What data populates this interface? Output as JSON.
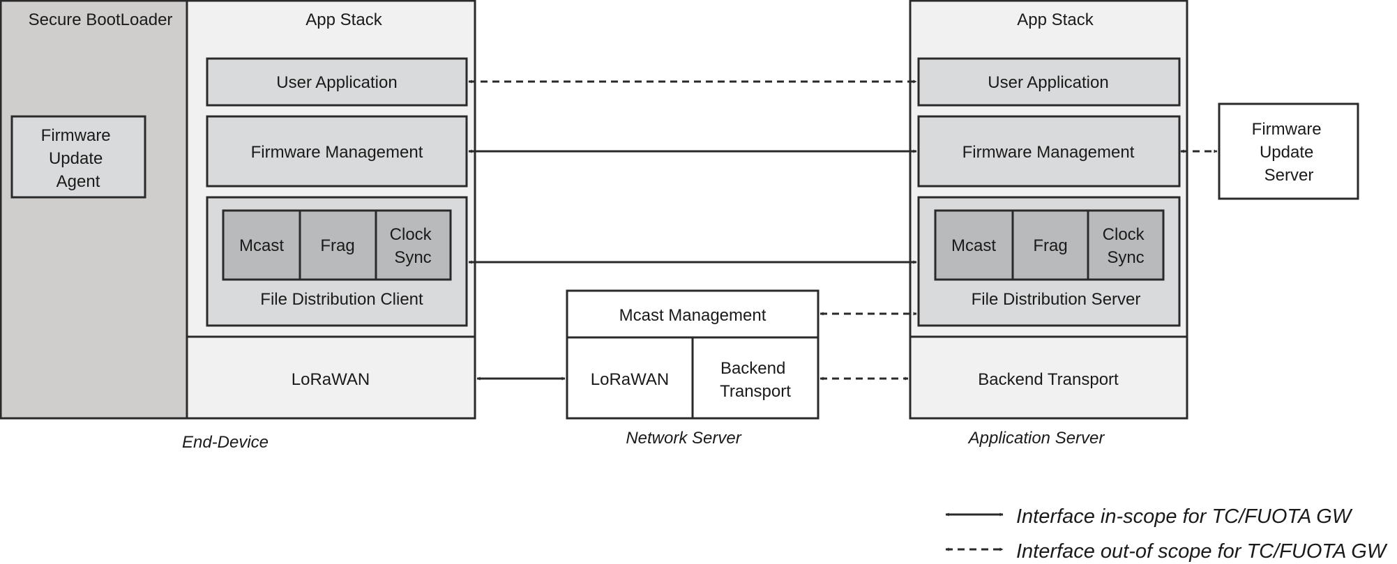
{
  "colors": {
    "bootloader_fill": "#cfcecd",
    "stack_fill": "#f1f1f1",
    "module_fill": "#d9dadb",
    "sub_fill": "#b9babb",
    "white": "#ffffff",
    "stroke": "#2a2a2a"
  },
  "end_device": {
    "caption": "End-Device",
    "bootloader_title": "Secure BootLoader",
    "fw_update_agent": [
      "Firmware",
      "Update",
      "Agent"
    ],
    "app_stack_title": "App Stack",
    "user_application": "User Application",
    "firmware_management": "Firmware Management",
    "mcast": "Mcast",
    "frag": "Frag",
    "clock_sync": [
      "Clock",
      "Sync"
    ],
    "file_distribution": "File Distribution Client",
    "lorawan": "LoRaWAN"
  },
  "network_server": {
    "caption": "Network Server",
    "mcast_management": "Mcast Management",
    "lorawan": "LoRaWAN",
    "backend_transport": [
      "Backend",
      "Transport"
    ]
  },
  "application_server": {
    "caption": "Application Server",
    "app_stack_title": "App Stack",
    "user_application": "User Application",
    "firmware_management": "Firmware Management",
    "mcast": "Mcast",
    "frag": "Frag",
    "clock_sync": [
      "Clock",
      "Sync"
    ],
    "file_distribution": "File Distribution Server",
    "backend_transport": "Backend Transport"
  },
  "firmware_update_server": [
    "Firmware",
    "Update",
    "Server"
  ],
  "legend": {
    "in_scope": "Interface in-scope for TC/FUOTA GW",
    "out_of_scope": "Interface out-of scope for TC/FUOTA GW"
  }
}
